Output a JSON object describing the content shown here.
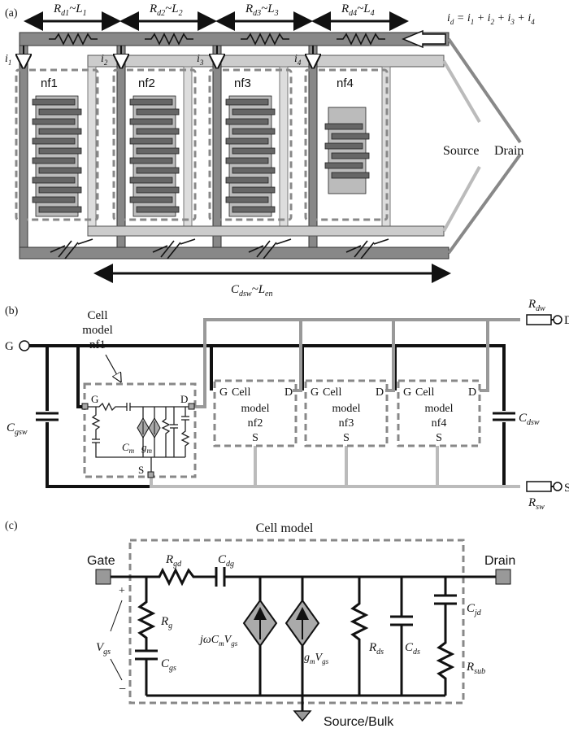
{
  "panel_a": {
    "label": "(a)",
    "res_labels": [
      {
        "main": "R",
        "sub": "d1",
        "tail": "~L",
        "tsub": "1"
      },
      {
        "main": "R",
        "sub": "d2",
        "tail": "~L",
        "tsub": "2"
      },
      {
        "main": "R",
        "sub": "d3",
        "tail": "~L",
        "tsub": "3"
      },
      {
        "main": "R",
        "sub": "d4",
        "tail": "~L",
        "tsub": "4"
      }
    ],
    "id_eq": {
      "i": "i",
      "d": "d",
      "rest": " = ",
      "terms": [
        "1",
        "2",
        "3",
        "4"
      ]
    },
    "currents": [
      "i",
      "i",
      "i",
      "i"
    ],
    "current_subs": [
      "1",
      "2",
      "3",
      "4"
    ],
    "fingers": [
      "nf1",
      "nf2",
      "nf3",
      "nf4"
    ],
    "source": "Source",
    "drain": "Drain",
    "cap_label": {
      "main": "C",
      "sub": "dsw",
      "tail": "~L",
      "tsub": "en"
    }
  },
  "panel_b": {
    "label": "(b)",
    "cell_callout": [
      "Cell",
      "model",
      "nf1"
    ],
    "g_terminal": "G",
    "d_terminal": "D",
    "s_terminal": "S",
    "cgsw": {
      "main": "C",
      "sub": "gsw"
    },
    "cdsw": {
      "main": "C",
      "sub": "dsw"
    },
    "rdw": {
      "main": "R",
      "sub": "dw"
    },
    "rsw": {
      "main": "R",
      "sub": "sw"
    },
    "inner_g": "G",
    "inner_d": "D",
    "inner_s": "S",
    "cm": {
      "main": "C",
      "sub": "m"
    },
    "gm": {
      "main": "g",
      "sub": "m"
    },
    "cells": [
      {
        "g": "G",
        "line1": "Cell",
        "d": "D",
        "line2": "model",
        "line3": "nf2",
        "s": "S"
      },
      {
        "g": "G",
        "line1": "Cell",
        "d": "D",
        "line2": "model",
        "line3": "nf3",
        "s": "S"
      },
      {
        "g": "G",
        "line1": "Cell",
        "d": "D",
        "line2": "model",
        "line3": "nf4",
        "s": "S"
      }
    ]
  },
  "panel_c": {
    "label": "(c)",
    "title": "Cell model",
    "gate": "Gate",
    "drain": "Drain",
    "source": "Source/Bulk",
    "plus": "+",
    "minus": "−",
    "rgd": {
      "main": "R",
      "sub": "gd"
    },
    "cdg": {
      "main": "C",
      "sub": "dg"
    },
    "rg": {
      "main": "R",
      "sub": "g"
    },
    "cgs": {
      "main": "C",
      "sub": "gs"
    },
    "vgs": {
      "main": "V",
      "sub": "gs"
    },
    "src1": {
      "pre": "jωC",
      "sub": "m",
      "mid": "V",
      "sub2": "gs"
    },
    "src2": {
      "pre": "g",
      "sub": "m",
      "mid": "V",
      "sub2": "gs"
    },
    "rds": {
      "main": "R",
      "sub": "ds"
    },
    "cds": {
      "main": "C",
      "sub": "ds"
    },
    "cjd": {
      "main": "C",
      "sub": "jd"
    },
    "rsub": {
      "main": "R",
      "sub": "sub"
    }
  }
}
